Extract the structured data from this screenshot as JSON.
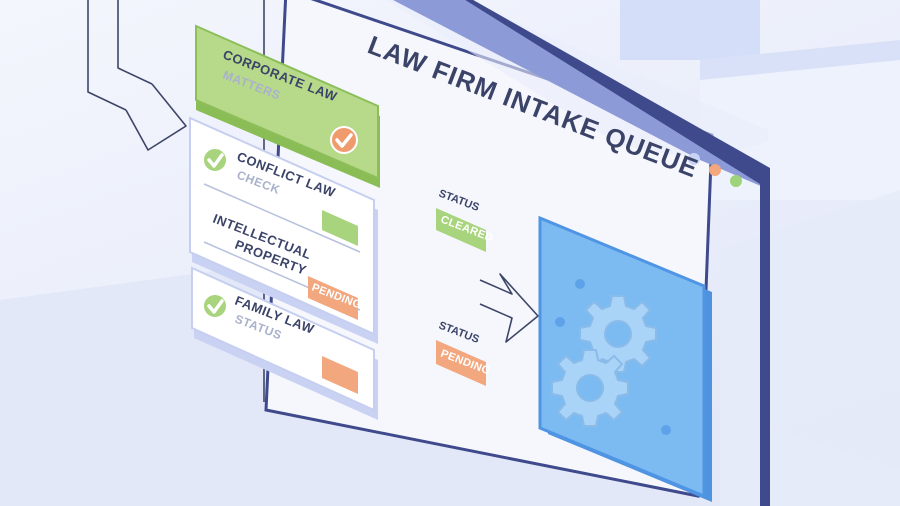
{
  "window": {
    "title_line1": "LAW FIRM INTAKE QUEUE",
    "title_line2": "",
    "controls": [
      "#c9d3f5",
      "#f2a77e",
      "#9fd37a"
    ]
  },
  "queue": {
    "corporate": {
      "label": "CORPORATE LAW",
      "sub": "MATTERS"
    },
    "conflict": {
      "label": "CONFLICT LAW",
      "sub": "CHECK"
    },
    "ip": {
      "line1": "INTELLECTUAL",
      "line2": "PROPERTY",
      "badge": "PENDING"
    },
    "family": {
      "label": "FAMILY LAW",
      "sub": "STATUS"
    }
  },
  "status_column": [
    {
      "label": "STATUS",
      "value": "CLEARED"
    },
    {
      "label": "STATUS",
      "value": "PENDING"
    }
  ],
  "colors": {
    "accent_green": "#9fcf6e",
    "accent_orange": "#f2a77e",
    "accent_blue": "#7cbbf2",
    "window_border": "#3e4a8c"
  },
  "icons": [
    "check-circle-icon",
    "gear-icon",
    "arrow-right-icon"
  ]
}
